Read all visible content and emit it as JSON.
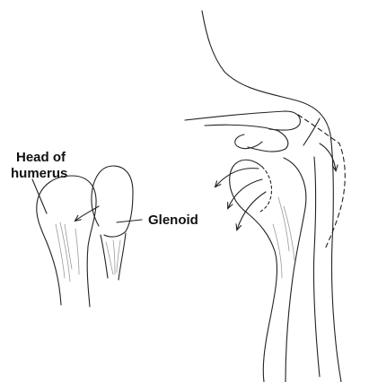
{
  "labels": {
    "head_of_humerus_line1": "Head of",
    "head_of_humerus_line2": "humerus",
    "glenoid": "Glenoid"
  },
  "colors": {
    "ink": "#222222",
    "shade": "#9a9a9a",
    "background": "#ffffff"
  }
}
